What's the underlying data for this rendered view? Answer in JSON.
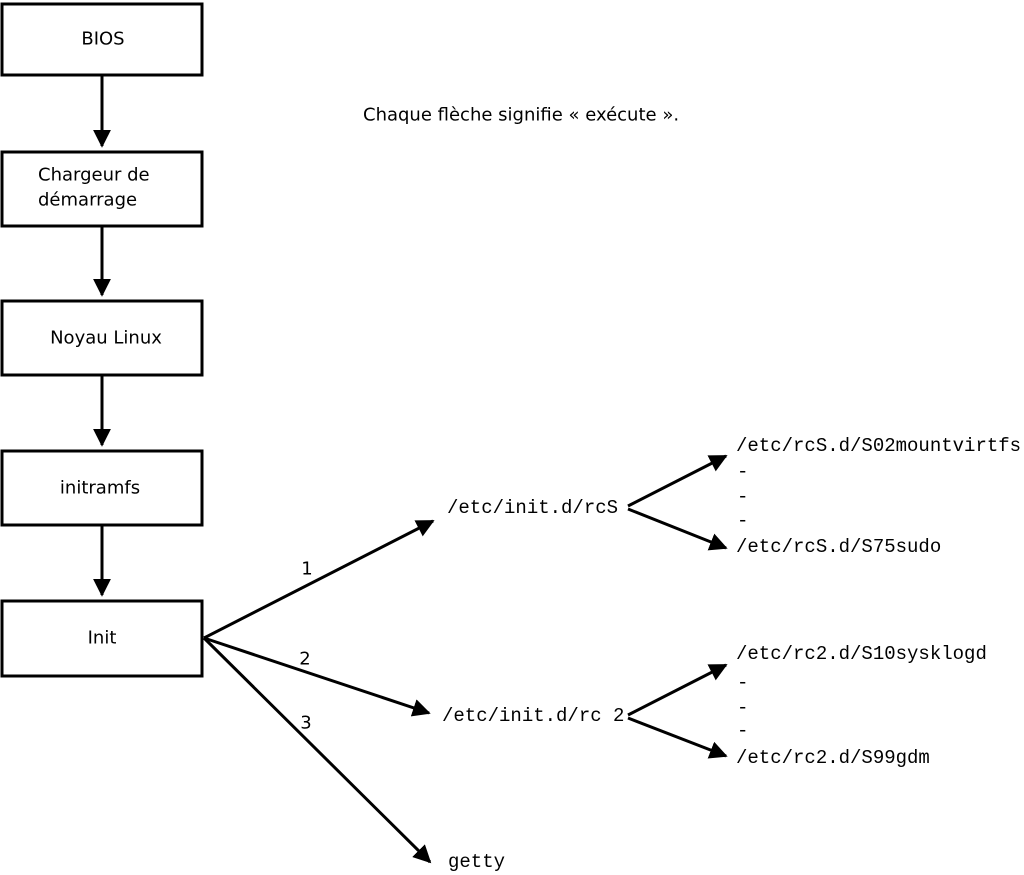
{
  "note": "Chaque flèche signifie « exécute ».",
  "flow_boxes": [
    {
      "id": "bios",
      "label": "BIOS"
    },
    {
      "id": "bootloader",
      "line1": "Chargeur de",
      "line2": "démarrage"
    },
    {
      "id": "kernel",
      "label": "Noyau Linux"
    },
    {
      "id": "initramfs",
      "label": "initramfs"
    },
    {
      "id": "init",
      "label": "Init"
    }
  ],
  "branch_labels": [
    "1",
    "2",
    "3"
  ],
  "branches": [
    {
      "script": "/etc/init.d/rcS",
      "first_target": "/etc/rcS.d/S02mountvirtfs",
      "ellipsis": [
        "-",
        "-",
        "-"
      ],
      "last_target": "/etc/rcS.d/S75sudo"
    },
    {
      "script": "/etc/init.d/rc 2",
      "first_target": "/etc/rc2.d/S10sysklogd",
      "ellipsis": [
        "-",
        "-",
        "-"
      ],
      "last_target": "/etc/rc2.d/S99gdm"
    },
    {
      "script": "getty"
    }
  ],
  "colors": {
    "ink": "#000000",
    "background": "#ffffff"
  }
}
